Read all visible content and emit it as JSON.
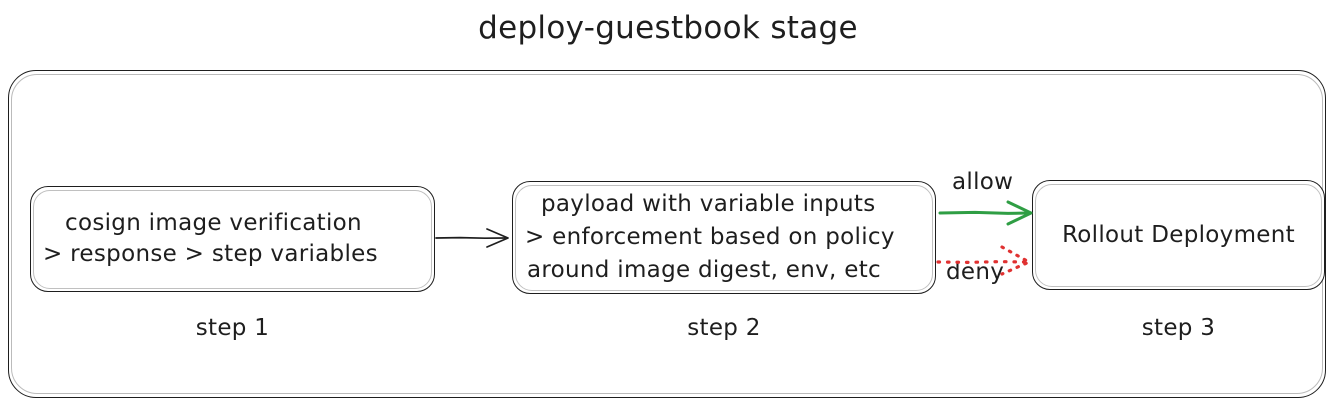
{
  "title": "deploy-guestbook stage",
  "colors": {
    "stroke": "#1e1e1e",
    "background": "#ffffff",
    "allow": "#2f9e44",
    "deny": "#e03131"
  },
  "steps": [
    {
      "caption": "step 1",
      "lines": [
        "cosign image verification",
        "> response > step variables"
      ]
    },
    {
      "caption": "step 2",
      "lines": [
        "payload with variable inputs",
        "> enforcement based on policy",
        "around image digest, env, etc"
      ]
    },
    {
      "caption": "step 3",
      "lines": [
        "Rollout Deployment"
      ]
    }
  ],
  "edges": [
    {
      "label": "",
      "from": "step-1",
      "to": "step-2",
      "style": "solid",
      "color": "#1e1e1e"
    },
    {
      "label": "allow",
      "from": "step-2",
      "to": "step-3",
      "style": "solid",
      "color": "#2f9e44"
    },
    {
      "label": "deny",
      "from": "step-2",
      "to": "step-3",
      "style": "dotted",
      "color": "#e03131"
    }
  ]
}
